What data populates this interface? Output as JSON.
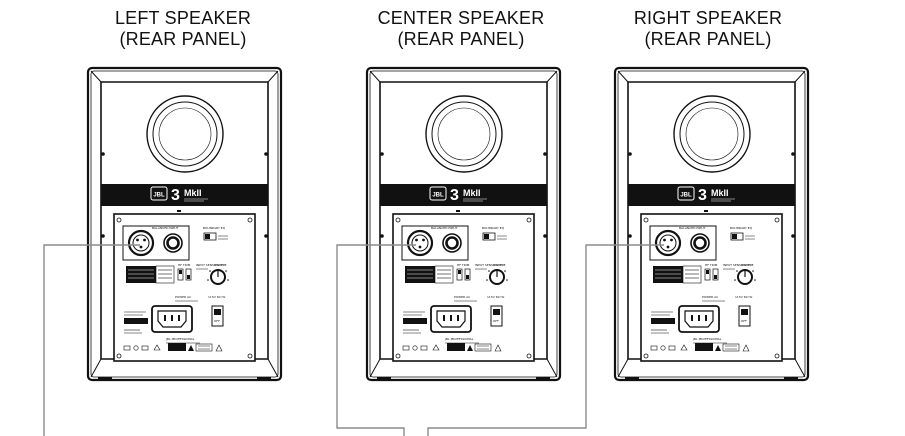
{
  "titles": [
    {
      "line1": "LEFT SPEAKER",
      "line2": "(REAR PANEL)"
    },
    {
      "line1": "CENTER SPEAKER",
      "line2": "(REAR PANEL)"
    },
    {
      "line1": "RIGHT SPEAKER",
      "line2": "(REAR PANEL)"
    }
  ],
  "badge": {
    "logo": "JBL",
    "model_number": "3",
    "model_suffix": "MkII"
  },
  "panel": {
    "input_label": "BALANCED INPUT",
    "boundary_label": "BOUNDARY EQ",
    "hf_trim_label": "HF TRIM",
    "input_sensitivity_label": "INPUT SENSITIVITY",
    "volume_label": "VOLUME",
    "power_label": "POWER AC",
    "voltage_label": "115V 60 Hz",
    "switch_on": "ON",
    "switch_off": "OFF",
    "maker": "JBL PROFESSIONAL"
  },
  "colors": {
    "line": "#111111",
    "wire": "#8c8c8c",
    "badge": "#111111"
  }
}
